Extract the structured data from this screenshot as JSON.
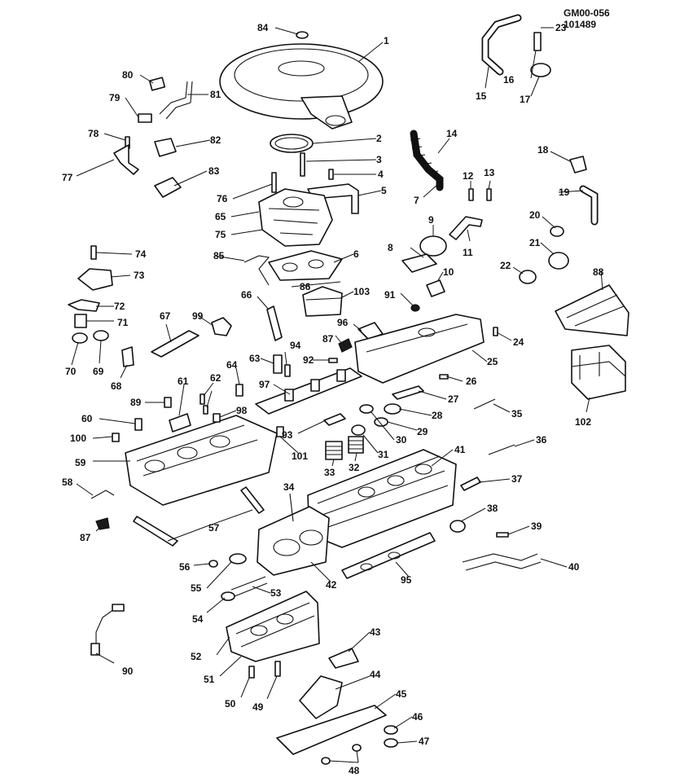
{
  "drawing_ref": {
    "code": "GM00-056",
    "date": "101489"
  },
  "callouts": [
    "1",
    "2",
    "3",
    "4",
    "5",
    "6",
    "7",
    "8",
    "9",
    "10",
    "11",
    "12",
    "13",
    "14",
    "15",
    "16",
    "17",
    "18",
    "19",
    "20",
    "21",
    "22",
    "23",
    "24",
    "25",
    "26",
    "27",
    "28",
    "29",
    "30",
    "31",
    "32",
    "33",
    "34",
    "35",
    "36",
    "37",
    "38",
    "39",
    "40",
    "41",
    "42",
    "43",
    "44",
    "45",
    "46",
    "47",
    "48",
    "49",
    "50",
    "51",
    "52",
    "53",
    "54",
    "55",
    "56",
    "57",
    "58",
    "59",
    "60",
    "61",
    "62",
    "63",
    "64",
    "65",
    "66",
    "67",
    "68",
    "69",
    "70",
    "71",
    "72",
    "73",
    "74",
    "75",
    "76",
    "77",
    "78",
    "79",
    "80",
    "81",
    "82",
    "83",
    "84",
    "85",
    "86",
    "87",
    "87",
    "88",
    "89",
    "90",
    "91",
    "92",
    "93",
    "94",
    "95",
    "96",
    "97",
    "98",
    "99",
    "100",
    "101",
    "102",
    "103"
  ],
  "colors": {
    "ink": "#111111",
    "paper": "#ffffff"
  }
}
